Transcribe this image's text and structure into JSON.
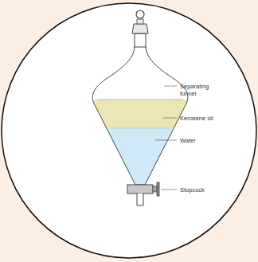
{
  "diagram": {
    "labels": [
      "Separating funnel",
      "Kerosene oil",
      "Water",
      "Stopcock"
    ]
  }
}
